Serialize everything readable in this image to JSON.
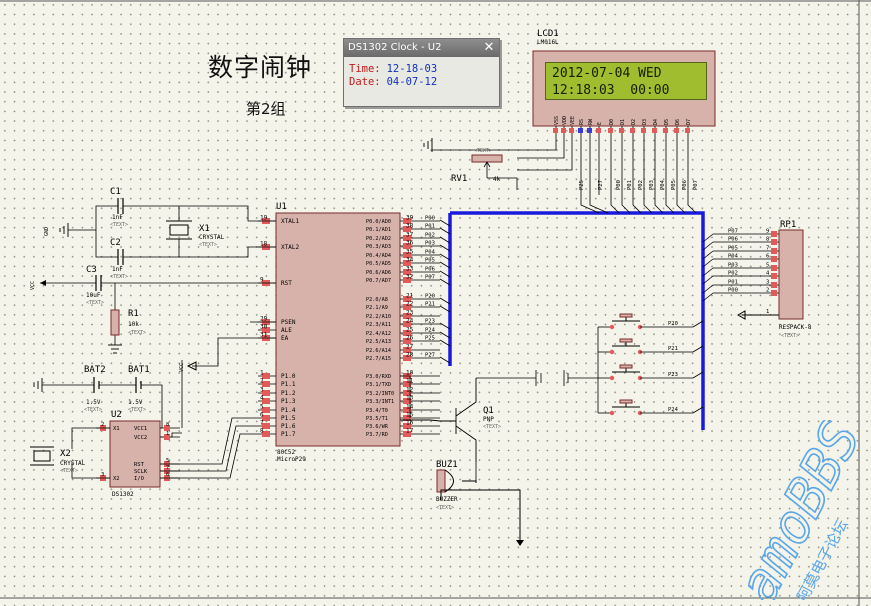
{
  "document": {
    "title": "数字闹钟",
    "subtitle": "第2组"
  },
  "popup": {
    "title": "DS1302 Clock - U2",
    "close_glyph": "✕",
    "time_label": "Time:",
    "time_value": "12-18-03",
    "date_label": "Date:",
    "date_value": "04-07-12"
  },
  "lcd": {
    "ref": "LCD1",
    "part": "LM016L",
    "line1": "2012-07-04 WED",
    "line2": "12:18:03  00:00",
    "pins": [
      "VSS",
      "VDD",
      "VEE",
      "RS",
      "RW",
      "E",
      "D0",
      "D1",
      "D2",
      "D3",
      "D4",
      "D5",
      "D6",
      "D7"
    ],
    "net_labels": [
      "P25",
      "P27",
      "P00",
      "P01",
      "P02",
      "P03",
      "P04",
      "P05",
      "P06",
      "P07"
    ]
  },
  "rv1": {
    "ref": "RV1",
    "value": "4k",
    "ctext": "<TEXT>"
  },
  "mcu": {
    "ref": "U1",
    "part": "80C52",
    "part2": "MicroP29",
    "left_pins": [
      {
        "num": "19",
        "name": "XTAL1"
      },
      {
        "num": "18",
        "name": "XTAL2"
      },
      {
        "num": "9",
        "name": "RST"
      },
      {
        "num": "29",
        "name": "PSEN"
      },
      {
        "num": "30",
        "name": "ALE"
      },
      {
        "num": "31",
        "name": "EA"
      },
      {
        "num": "1",
        "name": "P1.0"
      },
      {
        "num": "2",
        "name": "P1.1"
      },
      {
        "num": "3",
        "name": "P1.2"
      },
      {
        "num": "4",
        "name": "P1.3"
      },
      {
        "num": "5",
        "name": "P1.4"
      },
      {
        "num": "6",
        "name": "P1.5"
      },
      {
        "num": "7",
        "name": "P1.6"
      },
      {
        "num": "8",
        "name": "P1.7"
      }
    ],
    "right_pins_p0": [
      {
        "num": "39",
        "name": "P0.0/AD0",
        "net": "P00"
      },
      {
        "num": "38",
        "name": "P0.1/AD1",
        "net": "P01"
      },
      {
        "num": "37",
        "name": "P0.2/AD2",
        "net": "P02"
      },
      {
        "num": "36",
        "name": "P0.3/AD3",
        "net": "P03"
      },
      {
        "num": "35",
        "name": "P0.4/AD4",
        "net": "P04"
      },
      {
        "num": "34",
        "name": "P0.5/AD5",
        "net": "P05"
      },
      {
        "num": "33",
        "name": "P0.6/AD6",
        "net": "P06"
      },
      {
        "num": "32",
        "name": "P0.7/AD7",
        "net": "P07"
      }
    ],
    "right_pins_p2": [
      {
        "num": "21",
        "name": "P2.0/A8",
        "net": "P20"
      },
      {
        "num": "22",
        "name": "P2.1/A9",
        "net": "P21"
      },
      {
        "num": "23",
        "name": "P2.2/A10",
        "net": ""
      },
      {
        "num": "24",
        "name": "P2.3/A11",
        "net": "P23"
      },
      {
        "num": "25",
        "name": "P2.4/A12",
        "net": "P24"
      },
      {
        "num": "26",
        "name": "P2.5/A13",
        "net": "P25"
      },
      {
        "num": "27",
        "name": "P2.6/A14",
        "net": ""
      },
      {
        "num": "28",
        "name": "P2.7/A15",
        "net": "P27"
      }
    ],
    "right_pins_p3": [
      {
        "num": "10",
        "name": "P3.0/RXD"
      },
      {
        "num": "11",
        "name": "P3.1/TXD"
      },
      {
        "num": "12",
        "name": "P3.2/INT0"
      },
      {
        "num": "13",
        "name": "P3.3/INT1"
      },
      {
        "num": "14",
        "name": "P3.4/T0"
      },
      {
        "num": "15",
        "name": "P3.5/T1"
      },
      {
        "num": "16",
        "name": "P3.6/WR"
      },
      {
        "num": "17",
        "name": "P3.7/RD"
      }
    ]
  },
  "c1": {
    "ref": "C1",
    "value": "1nF",
    "ctext": "<TEXT>"
  },
  "c2": {
    "ref": "C2",
    "value": "1nF",
    "ctext": "<TEXT>"
  },
  "c3": {
    "ref": "C3",
    "value": "10uF",
    "ctext": "<TEXT>"
  },
  "x1": {
    "ref": "X1",
    "value": "CRYSTAL",
    "ctext": "<TEXT>"
  },
  "x2": {
    "ref": "X2",
    "value": "CRYSTAL",
    "ctext": "<TEXT>"
  },
  "r1": {
    "ref": "R1",
    "value": "10k",
    "ctext": "<TEXT>"
  },
  "bat1": {
    "ref": "BAT1",
    "value": "1.5V",
    "ctext": "<TEXT>"
  },
  "bat2": {
    "ref": "BAT2",
    "value": "1.5V",
    "ctext": "<TEXT>"
  },
  "u2": {
    "ref": "U2",
    "part": "DS1302",
    "pins": [
      {
        "num": "2",
        "name": "X1"
      },
      {
        "num": "3",
        "name": "X2"
      },
      {
        "num": "8",
        "name": "VCC1"
      },
      {
        "num": "1",
        "name": "VCC2"
      },
      {
        "num": "5",
        "name": "RST"
      },
      {
        "num": "7",
        "name": "SCLK"
      },
      {
        "num": "6",
        "name": "I/O"
      }
    ]
  },
  "q1": {
    "ref": "Q1",
    "value": "PNP",
    "ctext": "<TEXT>"
  },
  "buz1": {
    "ref": "BUZ1",
    "value": "BUZZER",
    "ctext": "<TEXT>"
  },
  "rp1": {
    "ref": "RP1",
    "value": "RESPACK-8",
    "ctext": "<TEXT>",
    "nets": [
      "P07",
      "P06",
      "P05",
      "P04",
      "P03",
      "P02",
      "P01",
      "P00"
    ],
    "pins": [
      "9",
      "8",
      "7",
      "6",
      "5",
      "4",
      "3",
      "2",
      "1"
    ]
  },
  "buttons": [
    "P20",
    "P21",
    "P23",
    "P24"
  ],
  "power": {
    "vcc": "VCC",
    "gnd": "GND"
  },
  "watermark": {
    "cn": "阿莫电子论坛",
    "en": "amoBBS"
  }
}
